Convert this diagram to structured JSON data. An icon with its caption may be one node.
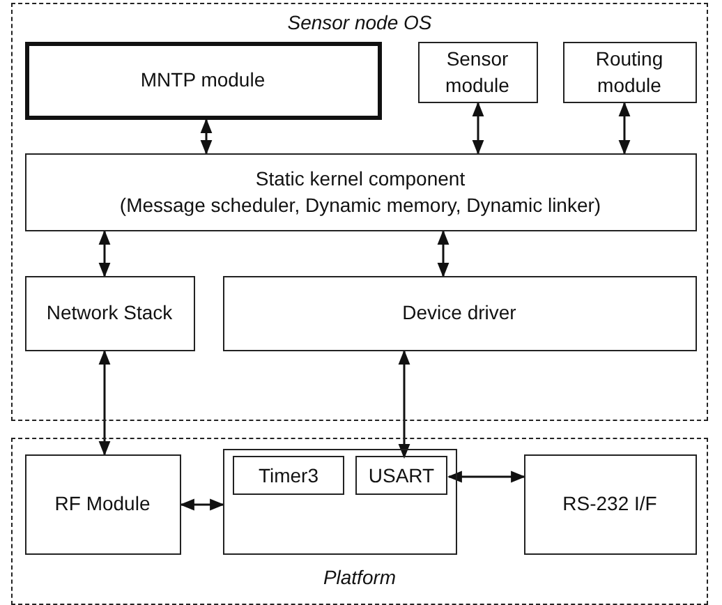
{
  "diagram": {
    "nodes": [
      {
        "text": [
          "Sensor node OS"
        ]
      },
      {
        "text": [
          "MNTP module"
        ],
        "in": 0
      },
      {
        "text": [
          "Sensor module"
        ],
        "in": 0
      },
      {
        "text": [
          "Routing module"
        ],
        "in": 0
      },
      {
        "text": [
          "Static kernel component",
          "(Message scheduler, Dynamic memory, Dynamic linker)"
        ],
        "in": 0
      },
      {
        "text": [
          "Network Stack"
        ],
        "in": 0
      },
      {
        "text": [
          "Device driver"
        ],
        "in": 0
      },
      {
        "text": [
          "Platform"
        ]
      },
      {
        "text": [
          "RF Module"
        ],
        "in": 7
      },
      {
        "text": [],
        "shape": "box",
        "in": 7
      },
      {
        "text": [
          "Timer3"
        ],
        "in": 9
      },
      {
        "text": [
          "USART"
        ],
        "in": 9
      },
      {
        "text": [
          "RS-232 I/F"
        ],
        "in": 7
      }
    ],
    "edges": [
      {
        "from": 1,
        "to": 4,
        "arrow": "both"
      },
      {
        "from": 2,
        "to": 4,
        "arrow": "both"
      },
      {
        "from": 3,
        "to": 4,
        "arrow": "both"
      },
      {
        "from": 4,
        "to": 5,
        "arrow": "both"
      },
      {
        "from": 4,
        "to": 6,
        "arrow": "both"
      },
      {
        "from": 5,
        "to": 8,
        "arrow": "both"
      },
      {
        "from": 6,
        "to": 11,
        "arrow": "both"
      },
      {
        "from": 8,
        "to": 9,
        "arrow": "both"
      },
      {
        "from": 11,
        "to": 12,
        "arrow": "both"
      }
    ]
  }
}
